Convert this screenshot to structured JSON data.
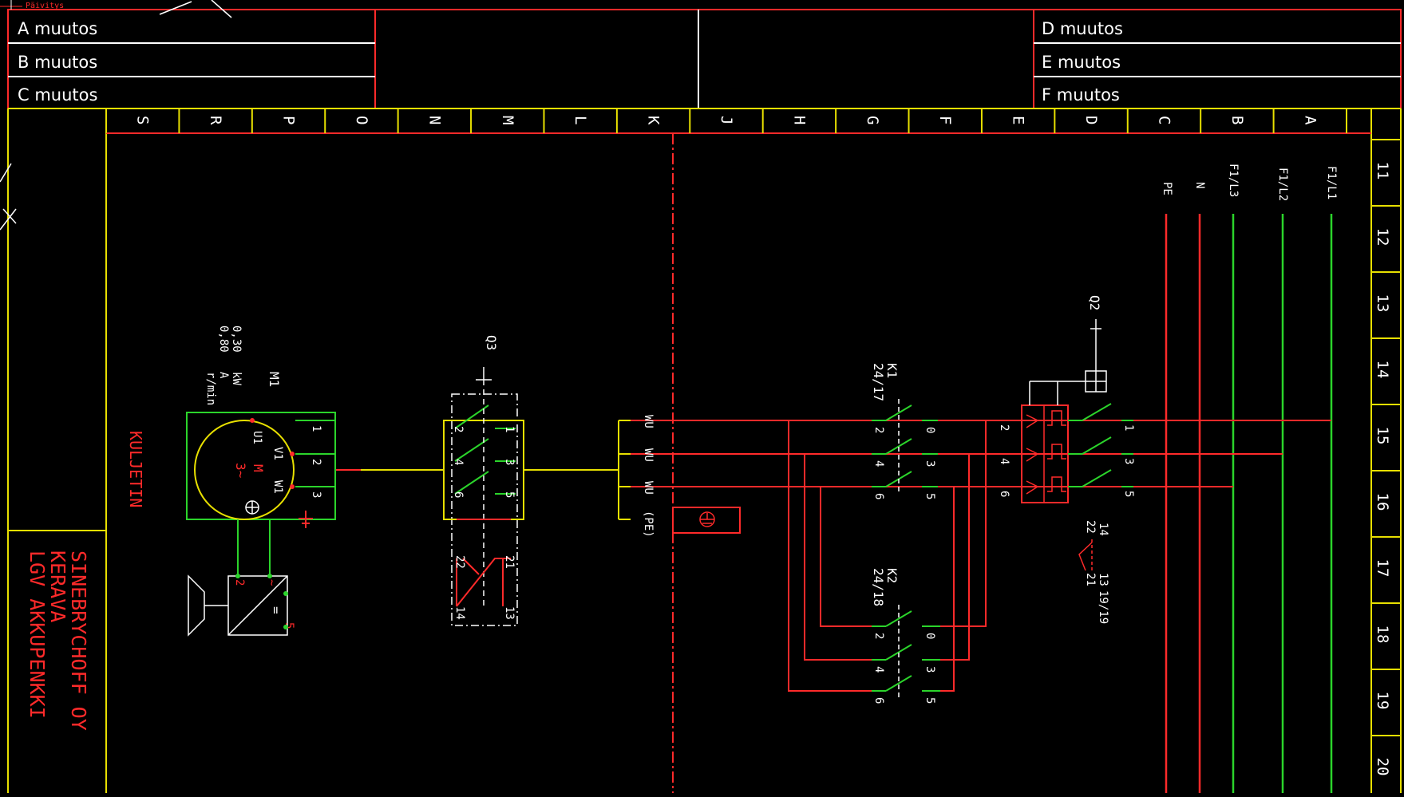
{
  "corner_label": "Päivitys",
  "revisions": {
    "left": [
      "A muutos",
      "B muutos",
      "C muutos"
    ],
    "right": [
      "D muutos",
      "E muutos",
      "F muutos"
    ]
  },
  "column_letters": [
    "S",
    "R",
    "P",
    "O",
    "N",
    "M",
    "L",
    "K",
    "J",
    "H",
    "G",
    "F",
    "E",
    "D",
    "C",
    "B",
    "A"
  ],
  "row_numbers": [
    "11",
    "12",
    "13",
    "14",
    "15",
    "16",
    "17",
    "18",
    "19",
    "20"
  ],
  "title_block": {
    "company": "SINEBRYCHOFF OY",
    "location": "KERAVA",
    "project": "LGV AKKUPENKKI"
  },
  "section_label": "KULJETIN",
  "motor": {
    "tag": "M1",
    "ratings": [
      "0,30",
      "0,80"
    ],
    "rating_units": [
      "kW",
      "A",
      "r/min"
    ],
    "terminals": [
      "U1",
      "V1",
      "W1"
    ],
    "symbol": "M",
    "phase": "3~",
    "cable_pins": [
      "1",
      "2",
      "3"
    ]
  },
  "brake": {
    "label": "=",
    "pins": [
      "2",
      "~",
      "5"
    ]
  },
  "switch_q3": {
    "tag": "Q3",
    "left_pins": [
      "2",
      "4",
      "6"
    ],
    "right_pins": [
      "1",
      "3",
      "5"
    ],
    "aux_pins": [
      "22",
      "21",
      "14",
      "13"
    ]
  },
  "terminal_block": {
    "terminals": [
      "WU",
      "WU",
      "WU",
      "(PE)"
    ]
  },
  "contactor_k1": {
    "tag": "K1",
    "ref": "24/17",
    "pins_left": [
      "2",
      "4",
      "6"
    ],
    "pins_right": [
      "0",
      "3",
      "5"
    ]
  },
  "contactor_k2": {
    "tag": "K2",
    "ref": "24/18",
    "pins_left": [
      "2",
      "4",
      "6"
    ],
    "pins_right": [
      "0",
      "3",
      "5"
    ]
  },
  "breaker_q2": {
    "tag": "Q2",
    "pins_left": [
      "2",
      "4",
      "6"
    ],
    "pins_right": [
      "1",
      "3",
      "5"
    ],
    "aux_pins": [
      "14",
      "22",
      "13",
      "21"
    ],
    "aux_ref": "19/19"
  },
  "bus_lines": {
    "labels": [
      "PE",
      "N",
      "F1/L3",
      "F1/L2",
      "F1/L1"
    ],
    "colors": [
      "#ff2a2a",
      "#ff2a2a",
      "#2bd42b",
      "#2bd42b",
      "#2bd42b"
    ]
  },
  "colors": {
    "frame": "#e8e000",
    "power": "#ff2a2a",
    "wire": "#2bd42b",
    "text": "#ffffff",
    "background": "#000000"
  }
}
